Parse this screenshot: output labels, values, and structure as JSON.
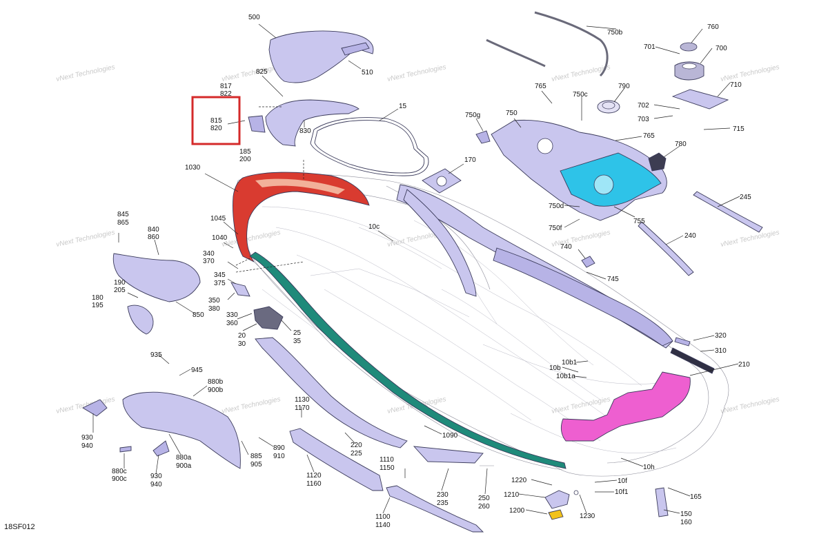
{
  "diagram": {
    "code": "18SF012",
    "watermark": "vNext Technologies",
    "highlight_color": "#d42a2a",
    "colors": {
      "part": "#c9c6ee",
      "red_bumper": "#d93b30",
      "teal_strip": "#1f8a7a",
      "cyan_panel": "#2ec3e8",
      "pink_mat": "#ee5fd0",
      "yellow_part": "#f2c21b"
    },
    "callouts": {
      "c500": "500",
      "c510": "510",
      "c825": "825",
      "c817": "817",
      "c822": "822",
      "c815": "815",
      "c820": "820",
      "c830": "830",
      "c185": "185",
      "c200": "200",
      "c15": "15",
      "c170": "170",
      "c1030": "1030",
      "c1045": "1045",
      "c1040": "1040",
      "c845": "845",
      "c865": "865",
      "c840": "840",
      "c860": "860",
      "c340": "340",
      "c370": "370",
      "c345": "345",
      "c375": "375",
      "c350": "350",
      "c380": "380",
      "c330": "330",
      "c360": "360",
      "c20": "20",
      "c30": "30",
      "c25": "25",
      "c35": "35",
      "c190": "190",
      "c205": "205",
      "c180": "180",
      "c195": "195",
      "c850": "850",
      "c10c": "10c",
      "c750b": "750b",
      "c760": "760",
      "c701": "701",
      "c700": "700",
      "c710": "710",
      "c765a": "765",
      "c750c": "750c",
      "c790": "790",
      "c702": "702",
      "c703": "703",
      "c715": "715",
      "c750g": "750g",
      "c750": "750",
      "c765b": "765",
      "c780": "780",
      "c245": "245",
      "c750d": "750d",
      "c750f": "750f",
      "c755": "755",
      "c240": "240",
      "c740": "740",
      "c745": "745",
      "c320": "320",
      "c310": "310",
      "c210": "210",
      "c10b1": "10b1",
      "c10b": "10b",
      "c10b1a": "10b1a",
      "c935": "935",
      "c945": "945",
      "c880b": "880b",
      "c900b": "900b",
      "c930a": "930",
      "c940a": "940",
      "c930b": "930",
      "c940b": "940",
      "c880a": "880a",
      "c900a": "900a",
      "c880c": "880c",
      "c900c": "900c",
      "c885": "885",
      "c905": "905",
      "c890": "890",
      "c910": "910",
      "c1130": "1130",
      "c1170": "1170",
      "c220": "220",
      "c225": "225",
      "c1090": "1090",
      "c1120": "1120",
      "c1160": "1160",
      "c1110": "1110",
      "c1150": "1150",
      "c230": "230",
      "c235": "235",
      "c250": "250",
      "c260": "260",
      "c1100": "1100",
      "c1140": "1140",
      "c1220": "1220",
      "c1210": "1210",
      "c1200": "1200",
      "c1230": "1230",
      "c10f": "10f",
      "c10f1": "10f1",
      "c10h": "10h",
      "c165": "165",
      "c150": "150",
      "c160": "160"
    }
  }
}
